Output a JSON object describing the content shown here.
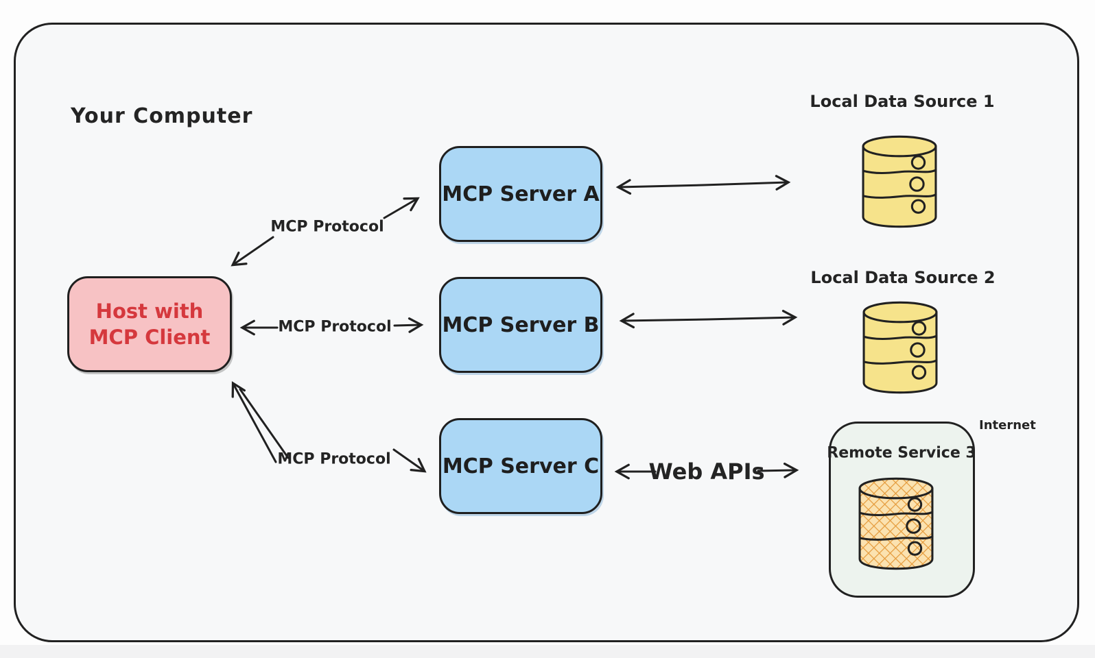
{
  "diagram": {
    "container_label": "Your Computer",
    "internet_label": "Internet",
    "host": {
      "line1": "Host with",
      "line2": "MCP Client"
    },
    "servers": [
      {
        "label": "MCP Server A"
      },
      {
        "label": "MCP Server B"
      },
      {
        "label": "MCP Server C"
      }
    ],
    "links": {
      "protocol_top": "MCP Protocol",
      "protocol_middle": "MCP Protocol",
      "protocol_bottom": "MCP Protocol",
      "web_apis": "Web APIs"
    },
    "data_sources": [
      {
        "label": "Local Data Source 1"
      },
      {
        "label": "Local Data Source 2"
      }
    ],
    "remote_service": {
      "label": "Remote Service 3"
    },
    "colors": {
      "host_fill": "#f7c2c4",
      "host_text": "#d5383d",
      "server_fill": "#abd7f5",
      "datasource_fill": "#f6e38b",
      "remote_box_fill": "#edf3ee",
      "remote_db_fill": "#fbe2b0",
      "remote_db_hatch": "#e59b3c",
      "outline": "#212121",
      "container_fill": "#f7f8f9"
    }
  }
}
